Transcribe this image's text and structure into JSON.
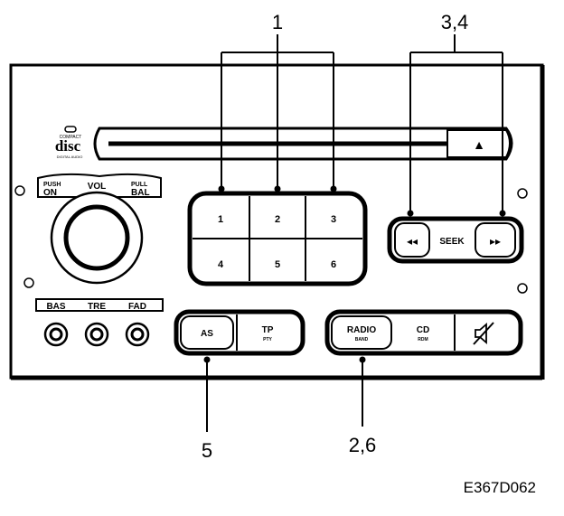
{
  "callouts": {
    "presets": "1",
    "seek": "3,4",
    "as": "5",
    "radio": "2,6"
  },
  "figure_code": "E367D062",
  "disc_logo": {
    "top": "COMPACT",
    "main": "disc",
    "bottom": "DIGITAL AUDIO"
  },
  "volume": {
    "push": "PUSH",
    "on": "ON",
    "vol": "VOL",
    "pull": "PULL",
    "bal": "BAL"
  },
  "tone_labels": [
    "BAS",
    "TRE",
    "FAD"
  ],
  "presets": [
    "1",
    "2",
    "3",
    "4",
    "5",
    "6"
  ],
  "seek": {
    "prev": "◂◂",
    "label": "SEEK",
    "next": "▸▸"
  },
  "eject": "▲",
  "as_label": "AS",
  "tp": {
    "main": "TP",
    "sub": "PTY"
  },
  "radio": {
    "main": "RADIO",
    "sub": "BAND"
  },
  "cd": {
    "main": "CD",
    "sub": "RDM"
  },
  "mute_icon": "speaker-mute-icon"
}
